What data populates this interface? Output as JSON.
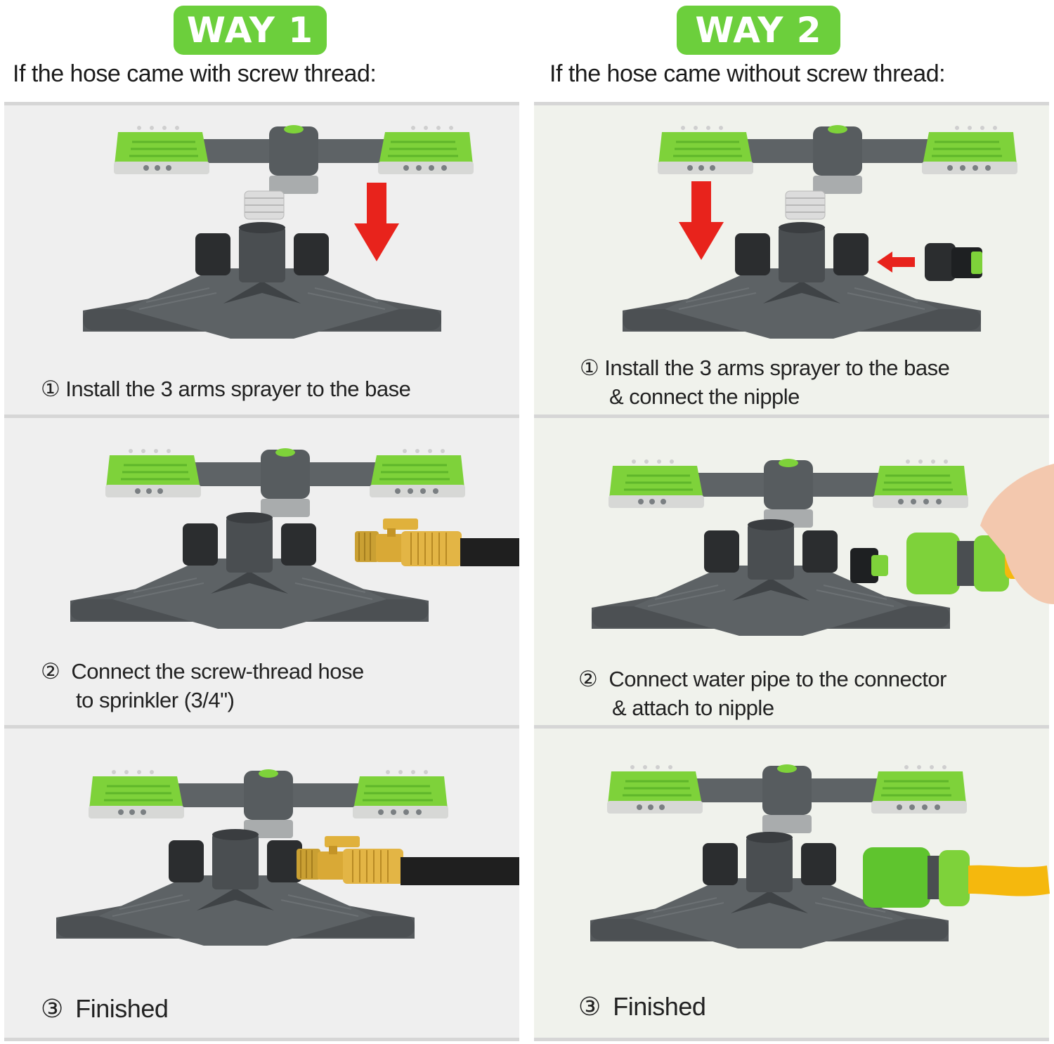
{
  "way1": {
    "badge": "WAY 1",
    "subtitle": "If the hose came with screw thread:",
    "steps": [
      {
        "num": "①",
        "line1": "Install the 3 arms sprayer to the base",
        "line2": ""
      },
      {
        "num": "②",
        "line1": "Connect the screw-thread hose",
        "line2": "to sprinkler (3/4\")"
      },
      {
        "num": "③",
        "line1": "Finished",
        "line2": ""
      }
    ]
  },
  "way2": {
    "badge": "WAY 2",
    "subtitle": "If the hose came without screw thread:",
    "steps": [
      {
        "num": "①",
        "line1": "Install the 3 arms sprayer to the base",
        "line2": "& connect the nipple"
      },
      {
        "num": "②",
        "line1": "Connect water pipe to the connector",
        "line2": "& attach to nipple"
      },
      {
        "num": "③",
        "line1": "Finished",
        "line2": ""
      }
    ]
  },
  "colors": {
    "badge_green": "#6ccf3c",
    "sprinkler_green": "#7ed23a",
    "base_gray": "#55595c",
    "arrow_red": "#e8231c",
    "hose_yellow": "#f5b80d",
    "brass": "#d6a62c"
  }
}
